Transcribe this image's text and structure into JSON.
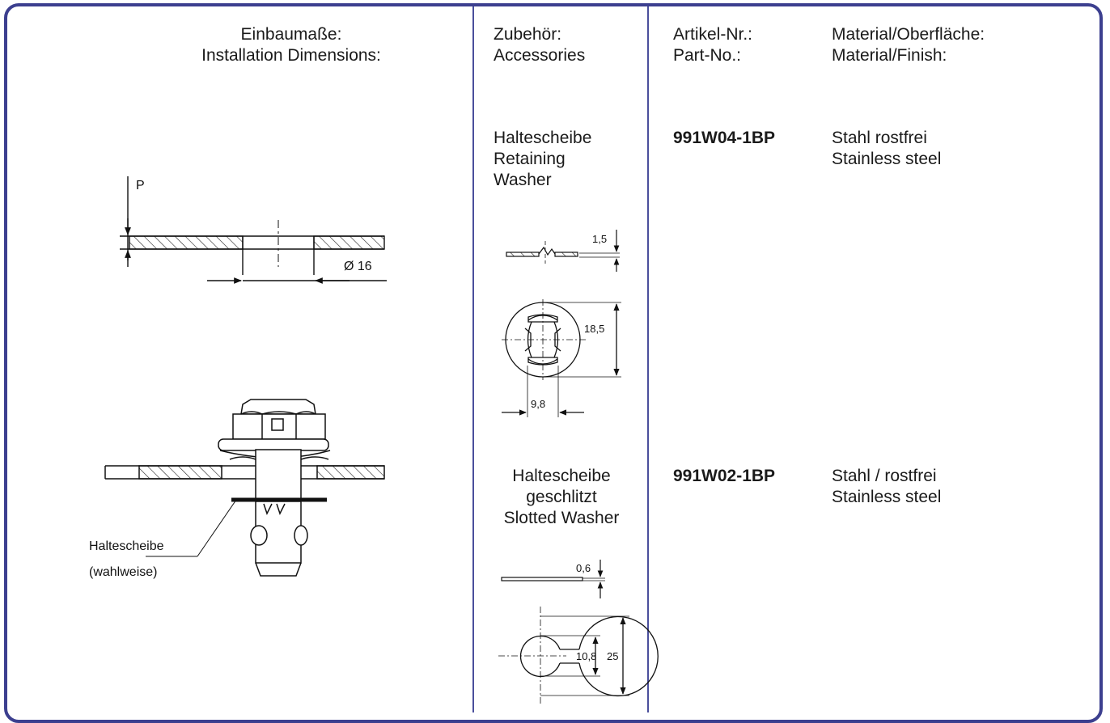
{
  "headers": {
    "installation_de": "Einbaumaße:",
    "installation_en": "Installation Dimensions:",
    "accessories_de": "Zubehör:",
    "accessories_en": "Accessories",
    "part_de": "Artikel-Nr.:",
    "part_en": "Part-No.:",
    "material_de": "Material/Oberfläche:",
    "material_en": "Material/Finish:"
  },
  "items": [
    {
      "name_lines": [
        "Haltescheibe",
        "Retaining",
        "Washer"
      ],
      "part_no": "991W04-1BP",
      "material_de": "Stahl rostfrei",
      "material_en": "Stainless steel",
      "dims": [
        "1,5",
        "18,5",
        "9,8"
      ]
    },
    {
      "name_lines": [
        "Haltescheibe",
        "geschlitzt",
        "Slotted Washer"
      ],
      "part_no": "991W02-1BP",
      "material_de": "Stahl / rostfrei",
      "material_en": "Stainless steel",
      "dims": [
        "0,6",
        "10,8",
        "25"
      ]
    }
  ],
  "installation_drawing": {
    "panel_label": "P",
    "hole_label": "Ø 16",
    "callout_line1": "Haltescheibe",
    "callout_line2": "(wahlweise)"
  },
  "colors": {
    "frame": "#3c3f8f",
    "divider": "#4a4f9c"
  }
}
